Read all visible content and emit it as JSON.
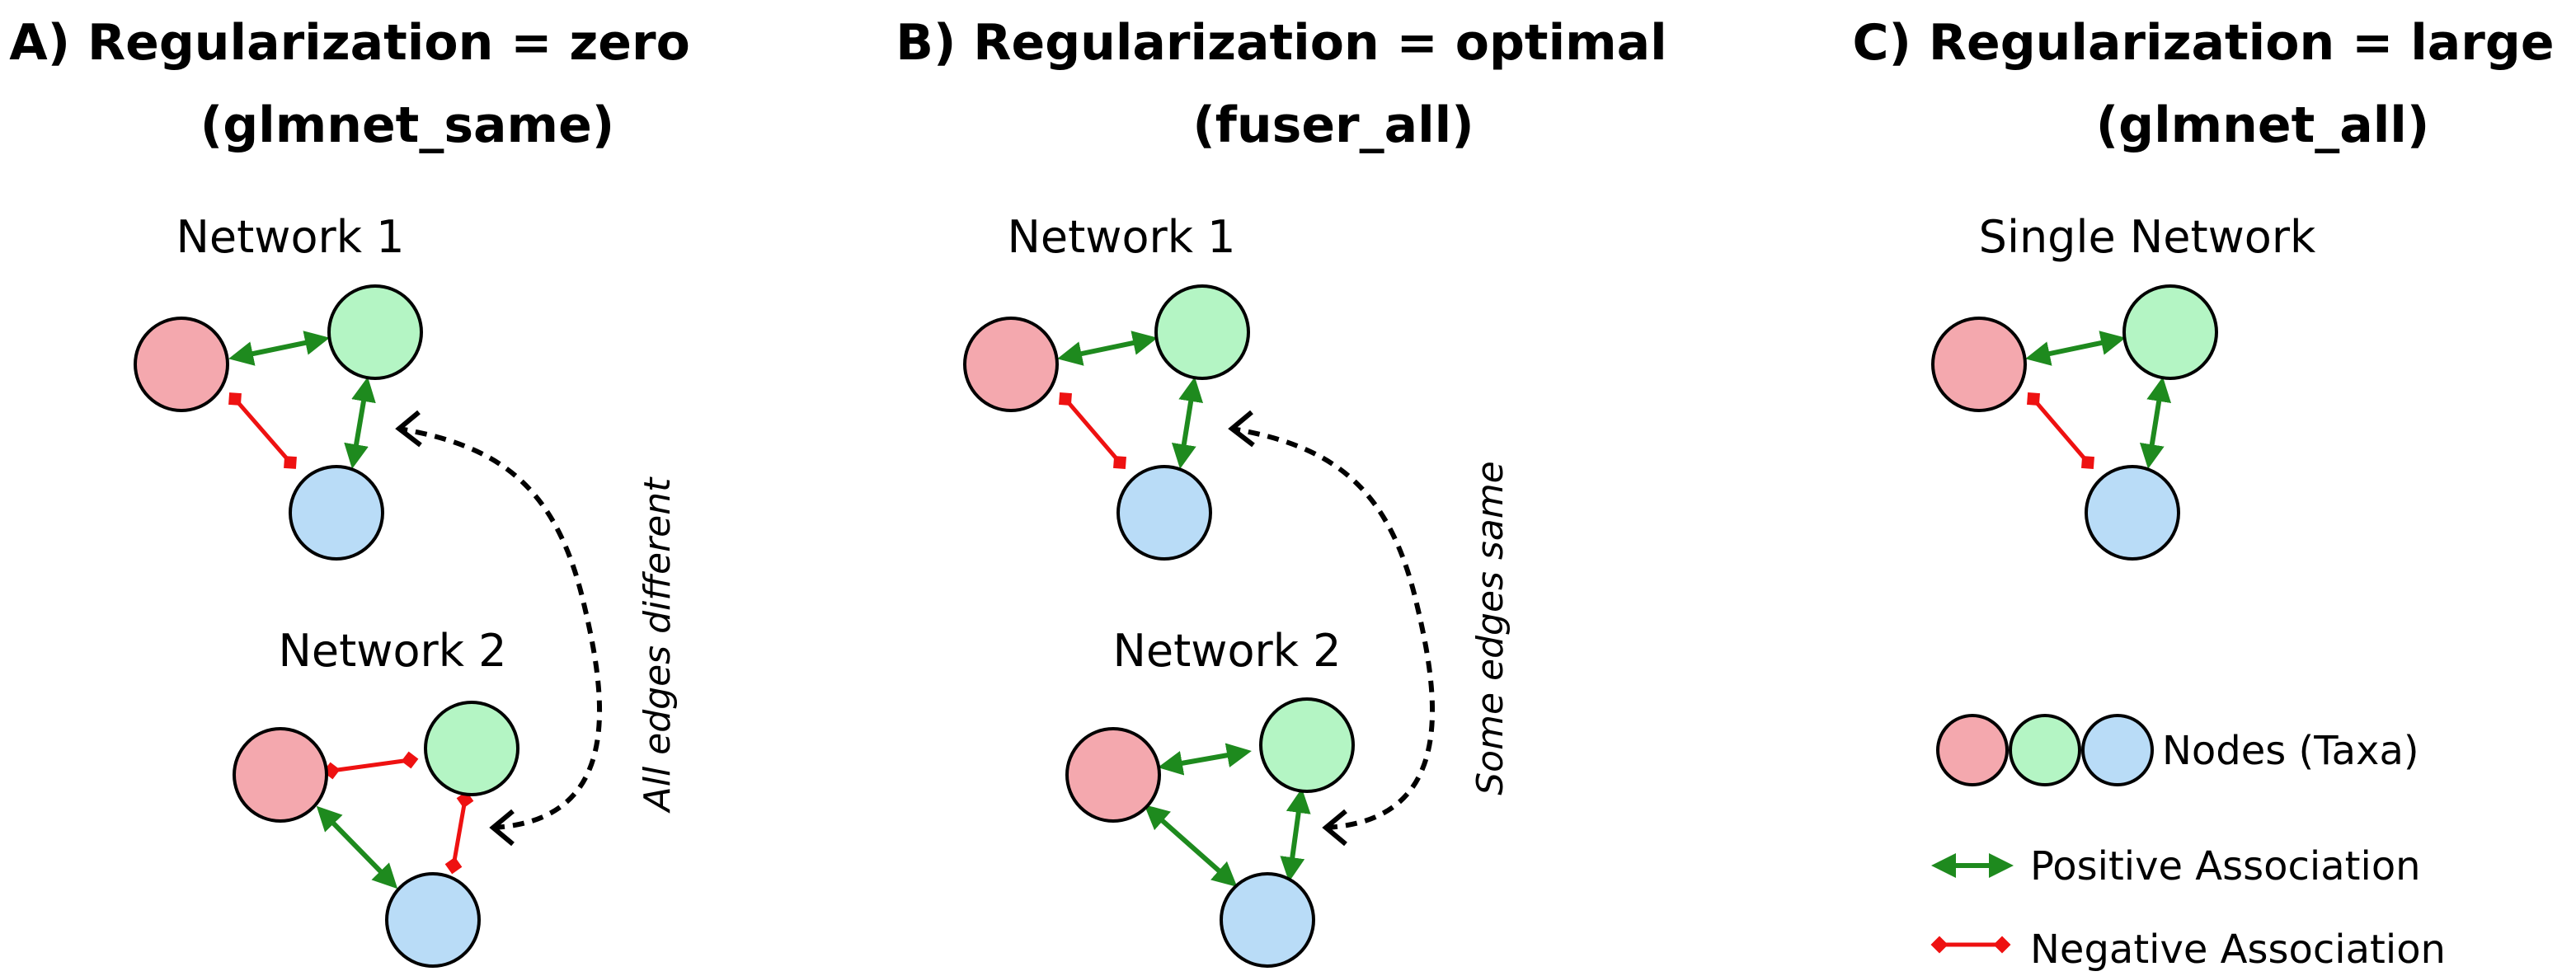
{
  "colors": {
    "node_red": "#F4A8AE",
    "node_green": "#B4F5C4",
    "node_blue": "#B9DCF7",
    "positive": "#1E8A1E",
    "negative": "#EE1111",
    "outline": "#000000"
  },
  "panels": [
    {
      "title_line1": "A) Regularization = zero",
      "title_line2": "(glmnet_same)",
      "network1_label": "Network 1",
      "network2_label": "Network 2",
      "annotation": "All edges different",
      "network1_edges": {
        "red_green": "positive",
        "green_blue": "positive",
        "red_blue": "negative"
      },
      "network2_edges": {
        "red_green": "negative",
        "green_blue": "negative",
        "red_blue": "positive"
      }
    },
    {
      "title_line1": "B) Regularization = optimal",
      "title_line2": "(fuser_all)",
      "network1_label": "Network 1",
      "network2_label": "Network 2",
      "annotation": "Some edges same",
      "network1_edges": {
        "red_green": "positive",
        "green_blue": "positive",
        "red_blue": "negative"
      },
      "network2_edges": {
        "red_green": "positive",
        "green_blue": "positive",
        "red_blue": "positive"
      }
    },
    {
      "title_line1": "C) Regularization = large",
      "title_line2": "(glmnet_all)",
      "network_label": "Single Network",
      "network_edges": {
        "red_green": "positive",
        "green_blue": "positive",
        "red_blue": "negative"
      }
    }
  ],
  "legend": {
    "nodes_label": "Nodes (Taxa)",
    "positive_label": "Positive Association",
    "negative_label": "Negative Association"
  }
}
